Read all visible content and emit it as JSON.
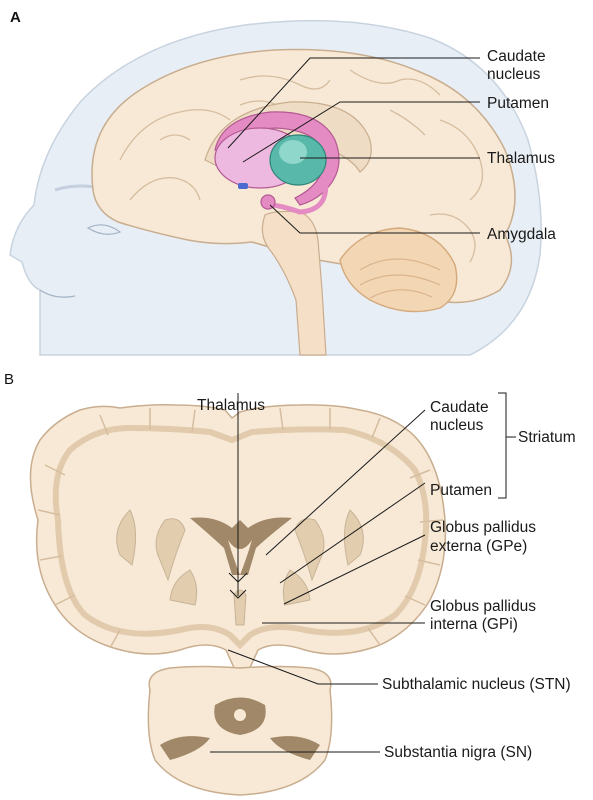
{
  "panels": {
    "a": "A",
    "b": "B"
  },
  "panel_a_labels": {
    "caudate_line1": "Caudate",
    "caudate_line2": "nucleus",
    "putamen": "Putamen",
    "thalamus": "Thalamus",
    "amygdala": "Amygdala"
  },
  "panel_b_labels": {
    "thalamus": "Thalamus",
    "caudate_line1": "Caudate",
    "caudate_line2": "nucleus",
    "putamen": "Putamen",
    "striatum": "Striatum",
    "gpe_line1": "Globus pallidus",
    "gpe_line2": "externa (GPe)",
    "gpi_line1": "Globus pallidus",
    "gpi_line2": "interna (GPi)",
    "stn": "Subthalamic nucleus (STN)",
    "sn": "Substantia nigra (SN)"
  },
  "colors": {
    "brain_fill": "#f7e9d6",
    "brain_outline": "#c9ad8f",
    "head_fill": "#e8eef5",
    "caudate": "#e48bc4",
    "putamen": "#edb9e0",
    "thalamus": "#58b9ab",
    "gray_matter": "#c9b398",
    "ventricle": "#a08868"
  }
}
